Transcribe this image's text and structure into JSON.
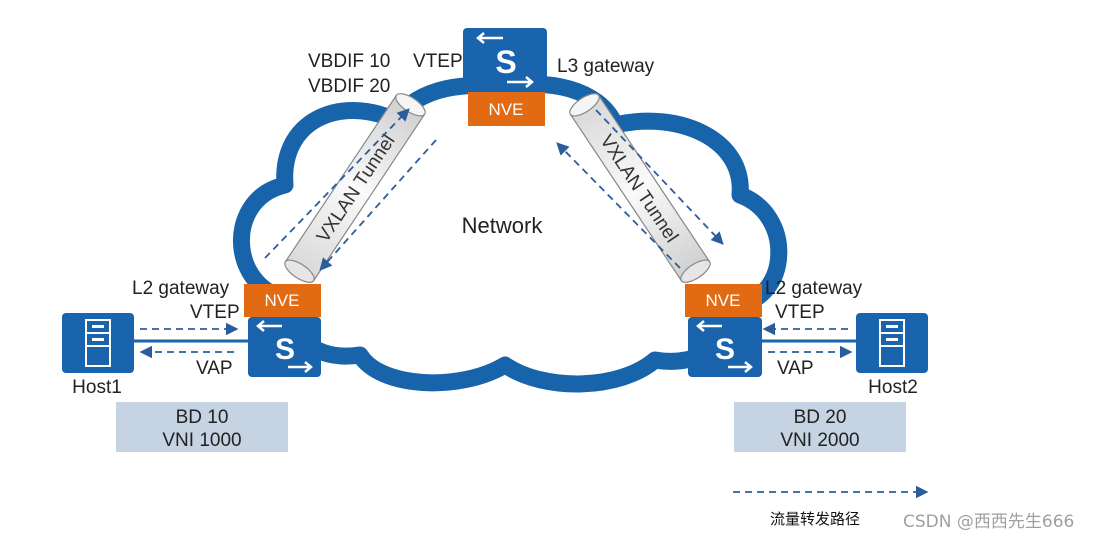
{
  "network": {
    "label": "Network"
  },
  "l3": {
    "vbdif_10": "VBDIF 10",
    "vbdif_20": "VBDIF 20",
    "vtep": "VTEP",
    "gateway": "L3 gateway",
    "nve": "NVE"
  },
  "left": {
    "gateway": "L2 gateway",
    "vtep": "VTEP",
    "vap": "VAP",
    "nve": "NVE",
    "host": "Host1",
    "bd": "BD 10",
    "vni": "VNI 1000"
  },
  "right": {
    "gateway": "L2 gateway",
    "vtep": "VTEP",
    "vap": "VAP",
    "nve": "NVE",
    "host": "Host2",
    "bd": "BD 20",
    "vni": "VNI 2000"
  },
  "tunnels": {
    "left": "VXLAN Tunnel",
    "right": "VXLAN Tunnel"
  },
  "legend": {
    "traffic_path": "流量转发路径"
  },
  "watermark": "CSDN @西西先生666",
  "colors": {
    "cloud": "#1864ab",
    "device": "#1a63ad",
    "nve": "#e26a12",
    "arrow": "#2b5d9a",
    "bd_box": "#c6d3e2",
    "tunnel": "#eeeeee"
  }
}
